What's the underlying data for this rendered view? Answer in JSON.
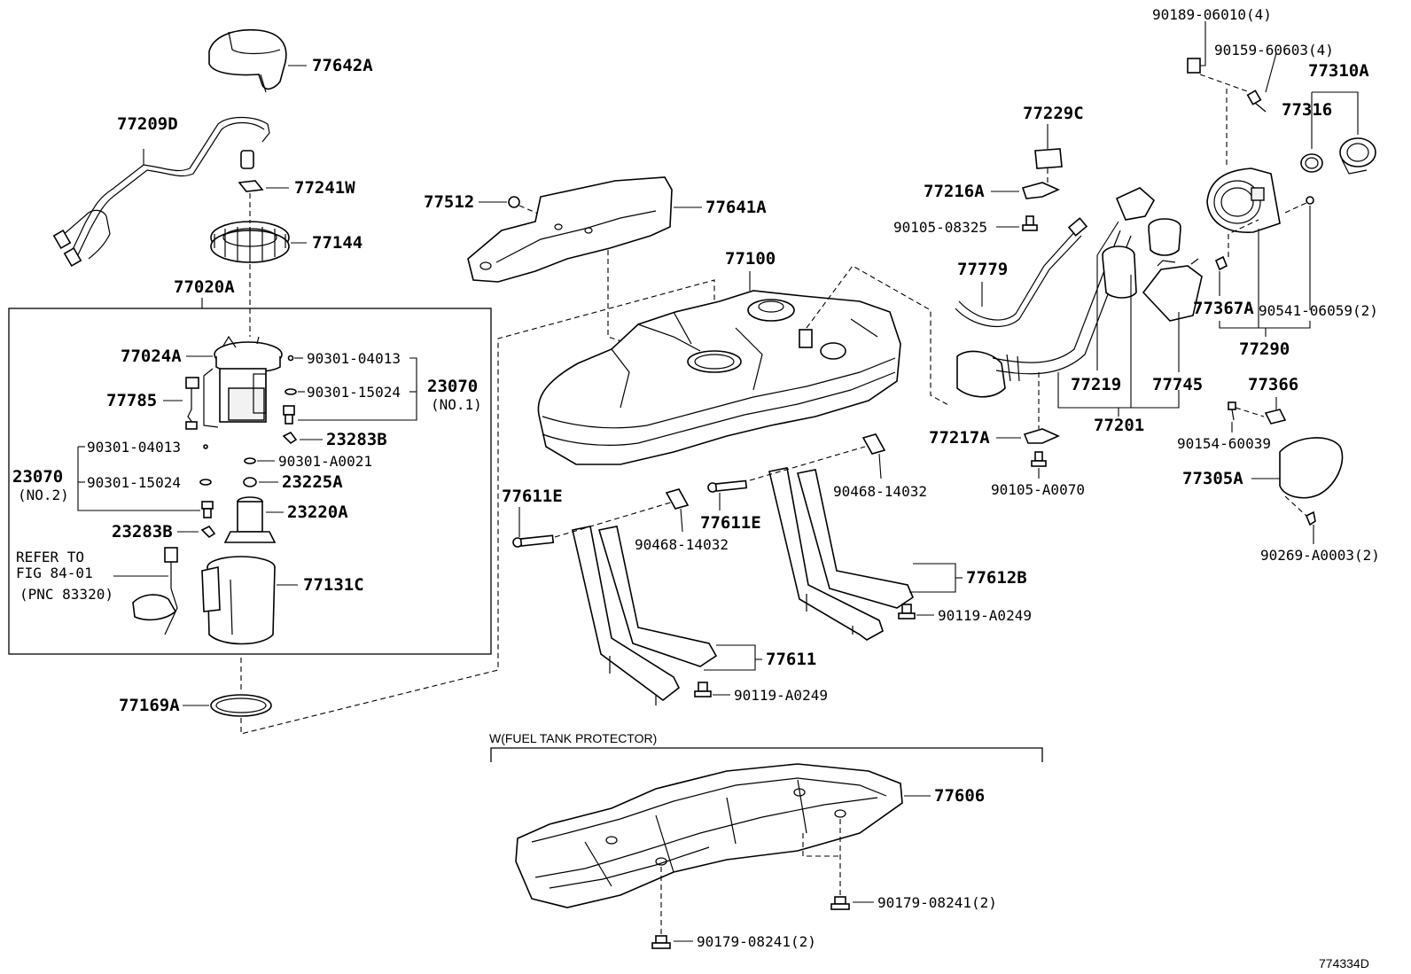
{
  "labels": {
    "p77642A": "77642A",
    "p77209D": "77209D",
    "p77241W": "77241W",
    "p77144": "77144",
    "p77020A": "77020A",
    "p77024A": "77024A",
    "p77785": "77785",
    "p90301_04013_a": "90301-04013",
    "p90301_15024_a": "90301-15024",
    "p23070_no1": "23070",
    "no1": "(NO.1)",
    "p23283B_a": "23283B",
    "p90301_04013_b": "90301-04013",
    "p90301_A0021": "90301-A0021",
    "p23070_no2": "23070",
    "no2": "(NO.2)",
    "p90301_15024_b": "90301-15024",
    "p23225A": "23225A",
    "p23220A": "23220A",
    "p23283B_b": "23283B",
    "refer1": "REFER TO",
    "refer2": "FIG 84-01",
    "refer3": "(PNC 83320)",
    "p77131C": "77131C",
    "p77169A": "77169A",
    "p77512": "77512",
    "p77641A": "77641A",
    "p77100": "77100",
    "p77611E_a": "77611E",
    "p77611E_b": "77611E",
    "p90468_14032_a": "90468-14032",
    "p90468_14032_b": "90468-14032",
    "p77612B": "77612B",
    "p90119_A0249_a": "90119-A0249",
    "p77611": "77611",
    "p90119_A0249_b": "90119-A0249",
    "p77229C": "77229C",
    "p77216A": "77216A",
    "p90105_08325": "90105-08325",
    "p77779": "77779",
    "p77217A": "77217A",
    "p90105_A0070": "90105-A0070",
    "p77219": "77219",
    "p77745": "77745",
    "p77201": "77201",
    "p90189_06010": "90189-06010(4)",
    "p90159_60603": "90159-60603(4)",
    "p77310A": "77310A",
    "p77316": "77316",
    "p77367A": "77367A",
    "p90541_06059": "90541-06059(2)",
    "p77290": "77290",
    "p77366": "77366",
    "p90154_60039": "90154-60039",
    "p77305A": "77305A",
    "p90269_A0003": "90269-A0003(2)",
    "protector_header": "W(FUEL TANK PROTECTOR)",
    "p77606": "77606",
    "p90179_08241_a": "90179-08241(2)",
    "p90179_08241_b": "90179-08241(2)",
    "fig_id": "774334D"
  }
}
